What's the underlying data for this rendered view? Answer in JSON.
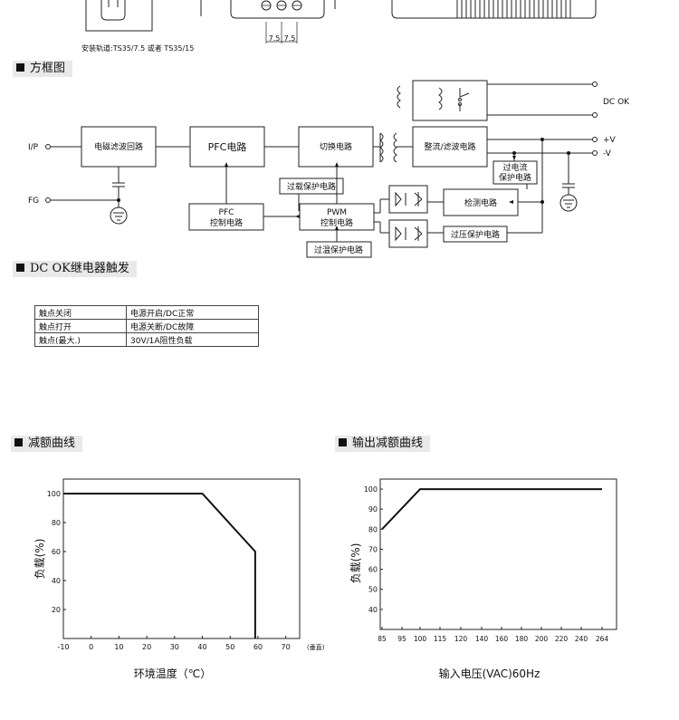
{
  "rail_note": "安装轨道:TS35/7.5 或者 TS35/15",
  "dim_a": "7.5",
  "dim_b": "7.5",
  "sections": {
    "block_diagram": "方框图",
    "relay": "DC OK继电器触发",
    "derating": "减额曲线",
    "output_derating": "输出减额曲线"
  },
  "block": {
    "ip": "I/P",
    "fg": "FG",
    "dcok": "DC OK",
    "plus_v": "+V",
    "minus_v": "-V",
    "emi": "电磁滤波回路",
    "pfc": "PFC电路",
    "switch": "切换电路",
    "rect": "整流/滤波电路",
    "overload": "过载保护电路",
    "pfc_ctrl_1": "PFC",
    "pfc_ctrl_2": "控制电路",
    "pwm_1": "PWM",
    "pwm_2": "控制电路",
    "overtemp": "过温保护电路",
    "overcurrent_1": "过电流",
    "overcurrent_2": "保护电路",
    "detect": "检测电路",
    "overvolt": "过压保护电路"
  },
  "relay_table": [
    [
      "触点关闭",
      "电源开启/DC正常"
    ],
    [
      "触点打开",
      "电源关断/DC故障"
    ],
    [
      "触点(最大.)",
      "30V/1A阻性负载"
    ]
  ],
  "chart_data": [
    {
      "type": "line",
      "xlabel": "环境温度（℃）",
      "ylabel": "负载(%)",
      "x_unit": "(垂直)",
      "xticks": [
        -10,
        0,
        10,
        20,
        30,
        40,
        50,
        60,
        70
      ],
      "yticks": [
        20,
        40,
        60,
        80,
        100
      ],
      "xlim": [
        -10,
        75
      ],
      "ylim": [
        0,
        110
      ],
      "series": [
        {
          "x": [
            -10,
            40,
            59,
            59
          ],
          "y": [
            100,
            100,
            60,
            0
          ]
        }
      ]
    },
    {
      "type": "line",
      "xlabel": "输入电压(VAC)60Hz",
      "ylabel": "负载(%)",
      "xticks": [
        85,
        95,
        100,
        115,
        120,
        140,
        160,
        180,
        200,
        220,
        240,
        264
      ],
      "yticks": [
        40,
        50,
        60,
        70,
        80,
        90,
        100
      ],
      "ylim": [
        30,
        105
      ],
      "series": [
        {
          "x": [
            85,
            100,
            264
          ],
          "y": [
            80,
            100,
            100
          ]
        }
      ]
    }
  ]
}
